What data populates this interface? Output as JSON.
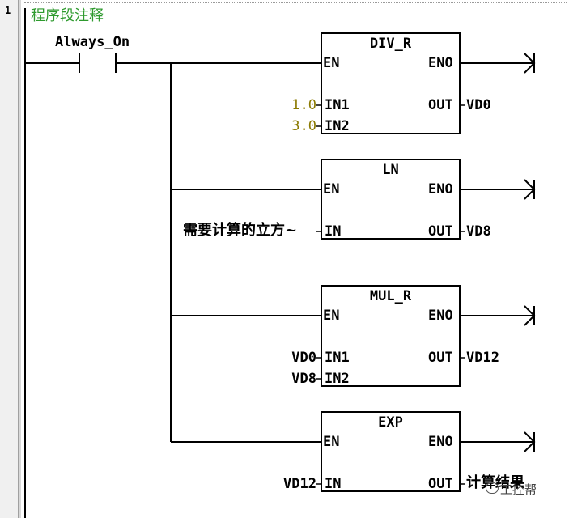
{
  "network": {
    "number": "1",
    "comment": "程序段注释"
  },
  "contact": {
    "label": "Always_On"
  },
  "blocks": [
    {
      "id": "div_r",
      "title": "DIV_R",
      "en": "EN",
      "eno": "ENO",
      "inputs": [
        {
          "pin": "IN1",
          "value": "1.0",
          "const": true
        },
        {
          "pin": "IN2",
          "value": "3.0",
          "const": true
        }
      ],
      "output": {
        "pin": "OUT",
        "value": "VD0"
      }
    },
    {
      "id": "ln",
      "title": "LN",
      "en": "EN",
      "eno": "ENO",
      "inputs": [
        {
          "pin": "IN",
          "value": "需要计算的立方~",
          "const": false
        }
      ],
      "output": {
        "pin": "OUT",
        "value": "VD8"
      }
    },
    {
      "id": "mul_r",
      "title": "MUL_R",
      "en": "EN",
      "eno": "ENO",
      "inputs": [
        {
          "pin": "IN1",
          "value": "VD0",
          "const": false
        },
        {
          "pin": "IN2",
          "value": "VD8",
          "const": false
        }
      ],
      "output": {
        "pin": "OUT",
        "value": "VD12"
      }
    },
    {
      "id": "exp",
      "title": "EXP",
      "en": "EN",
      "eno": "ENO",
      "inputs": [
        {
          "pin": "IN",
          "value": "VD12",
          "const": false
        }
      ],
      "output": {
        "pin": "OUT",
        "value": "计算结果"
      }
    }
  ],
  "watermark": "工控帮",
  "colors": {
    "comment": "#2e9a2e",
    "constant": "#8b7a00",
    "wire": "#000000"
  }
}
